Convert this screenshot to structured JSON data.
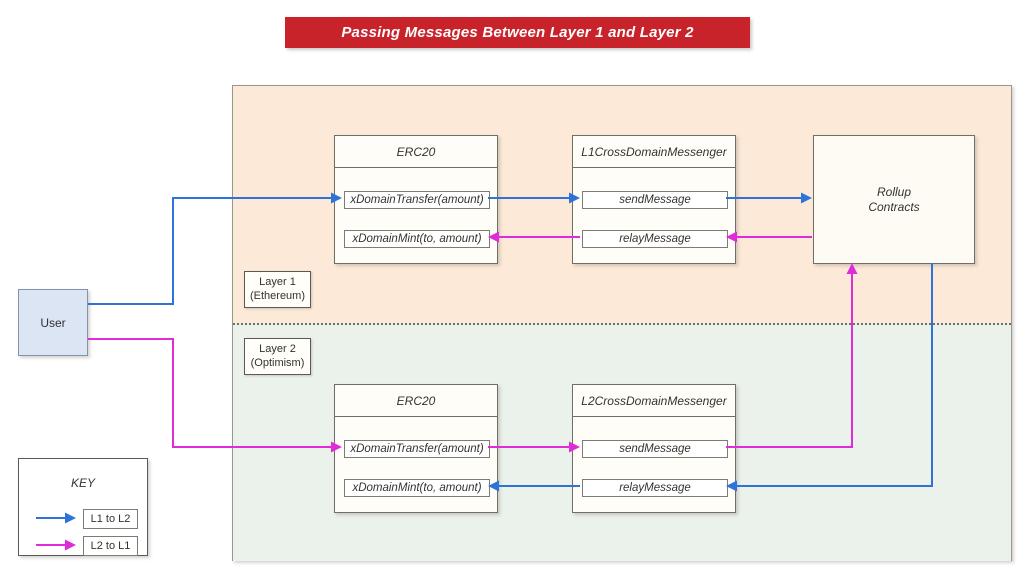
{
  "title": "Passing Messages Between Layer 1 and Layer 2",
  "colors": {
    "banner_red": "#c8232b",
    "arrow_l1_to_l2": "#2e74d8",
    "arrow_l2_to_l1": "#df2cd8",
    "layer1_bg": "#fce9d7",
    "layer2_bg": "#ebf1eb",
    "user_fill": "#dbe5f3"
  },
  "user": {
    "label": "User"
  },
  "layer1": {
    "tag": [
      "Layer 1",
      "(Ethereum)"
    ],
    "erc20": {
      "title": "ERC20",
      "methods": [
        "xDomainTransfer(amount)",
        "xDomainMint(to, amount)"
      ]
    },
    "messenger": {
      "title": "L1CrossDomainMessenger",
      "methods": [
        "sendMessage",
        "relayMessage"
      ]
    }
  },
  "layer2": {
    "tag": [
      "Layer 2",
      "(Optimism)"
    ],
    "erc20": {
      "title": "ERC20",
      "methods": [
        "xDomainTransfer(amount)",
        "xDomainMint(to, amount)"
      ]
    },
    "messenger": {
      "title": "L2CrossDomainMessenger",
      "methods": [
        "sendMessage",
        "relayMessage"
      ]
    }
  },
  "rollup": {
    "label_lines": [
      "Rollup",
      "Contracts"
    ]
  },
  "key": {
    "title": "KEY",
    "entries": [
      {
        "label": "L1 to L2"
      },
      {
        "label": "L2 to L1"
      }
    ]
  }
}
